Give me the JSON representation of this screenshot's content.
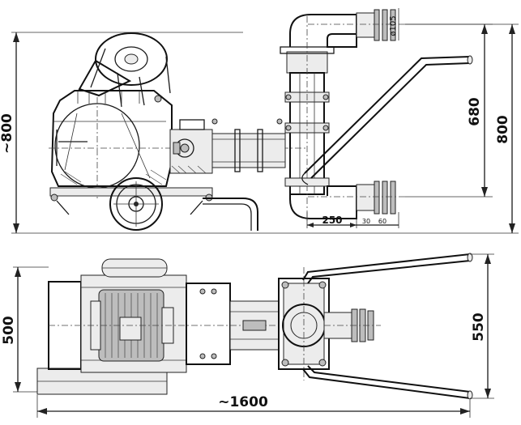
{
  "dimensions": {
    "side_height_total": "~800",
    "side_height_outlet": "800",
    "side_height_inlet_outlet": "680",
    "outlet_diameter": "ø105",
    "inlet_offset": "250",
    "inlet_small_1": "30",
    "inlet_small_2": "60",
    "top_width_left": "500",
    "top_width_right": "550",
    "top_length_total": "~1600"
  },
  "colors": {
    "ink": "#111111",
    "paper": "#ffffff"
  }
}
